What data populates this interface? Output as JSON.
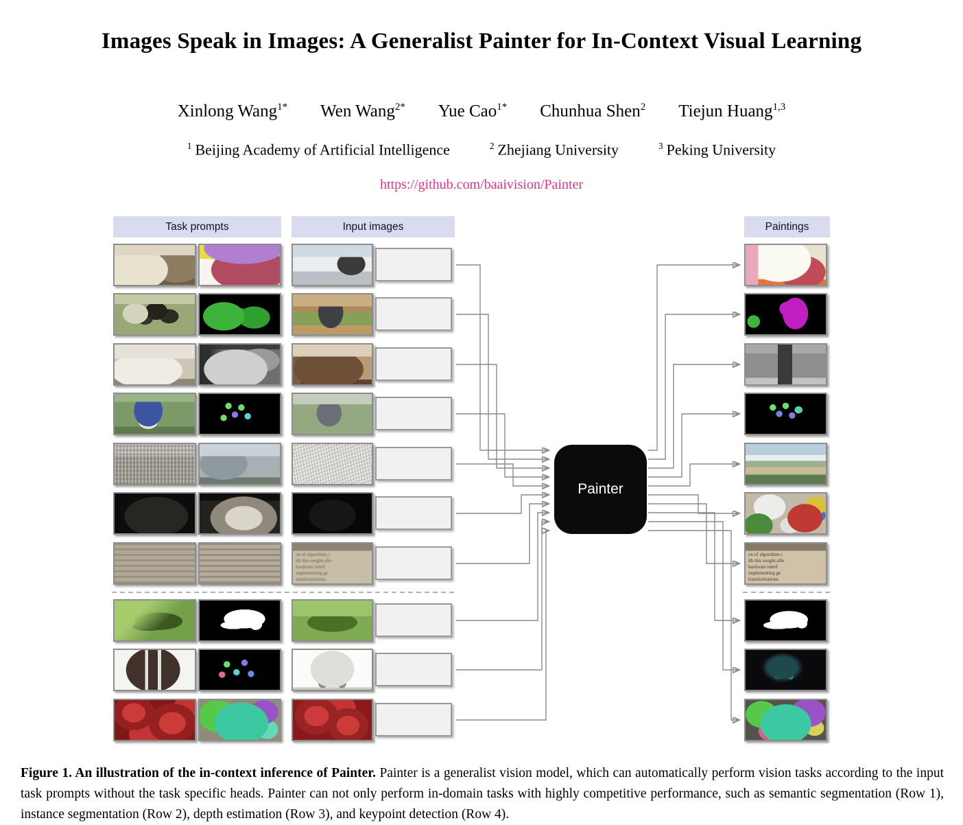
{
  "header": {
    "title": "Images Speak in Images: A Generalist Painter for In-Context Visual Learning",
    "authors": [
      {
        "name": "Xinlong Wang",
        "sup": "1*"
      },
      {
        "name": "Wen Wang",
        "sup": "2*"
      },
      {
        "name": "Yue Cao",
        "sup": "1*"
      },
      {
        "name": "Chunhua Shen",
        "sup": "2"
      },
      {
        "name": "Tiejun Huang",
        "sup": "1,3"
      }
    ],
    "affiliations": [
      {
        "sup": "1",
        "name": "Beijing Academy of Artificial Intelligence"
      },
      {
        "sup": "2",
        "name": "Zhejiang University"
      },
      {
        "sup": "3",
        "name": "Peking University"
      }
    ],
    "link": "https://github.com/baaivision/Painter"
  },
  "figure": {
    "col_headers": [
      "Task prompts",
      "Input images",
      "Paintings"
    ],
    "model_label": "Painter",
    "row7_lines": [
      "on of algorithms i",
      "ith this sought-afte",
      "hardware interf",
      "implementing ge",
      "transformations"
    ]
  },
  "caption": {
    "lead": "Figure 1. An illustration of the in-context inference of Painter.",
    "body": " Painter is a generalist vision model, which can automatically perform vision tasks according to the input task prompts without the task specific heads. Painter can not only perform in-domain tasks with highly competitive performance, such as semantic segmentation (Row 1), instance segmentation (Row 2), depth estimation (Row 3), and keypoint detection (Row 4)."
  },
  "colors": {
    "link": "#e0368c",
    "column_header_bg": "#d9dcee",
    "arrow": "#8a8a8a",
    "painter_box": "#0b0b0b"
  }
}
